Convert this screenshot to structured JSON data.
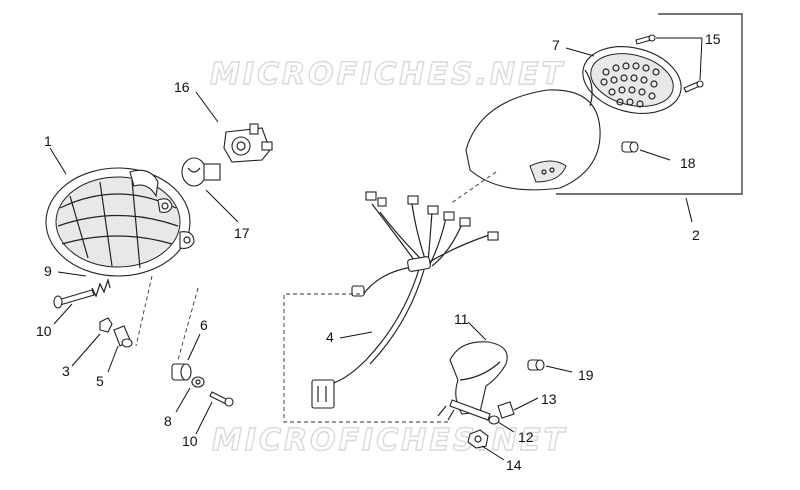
{
  "watermark": {
    "text": "MICROFICHES.NET"
  },
  "callouts": {
    "c1": "1",
    "c2": "2",
    "c3": "3",
    "c4": "4",
    "c5": "5",
    "c6": "6",
    "c7": "7",
    "c8": "8",
    "c9": "9",
    "c10a": "10",
    "c10b": "10",
    "c11": "11",
    "c12": "12",
    "c13": "13",
    "c14": "14",
    "c15": "15",
    "c16": "16",
    "c17": "17",
    "c18": "18",
    "c19": "19"
  }
}
